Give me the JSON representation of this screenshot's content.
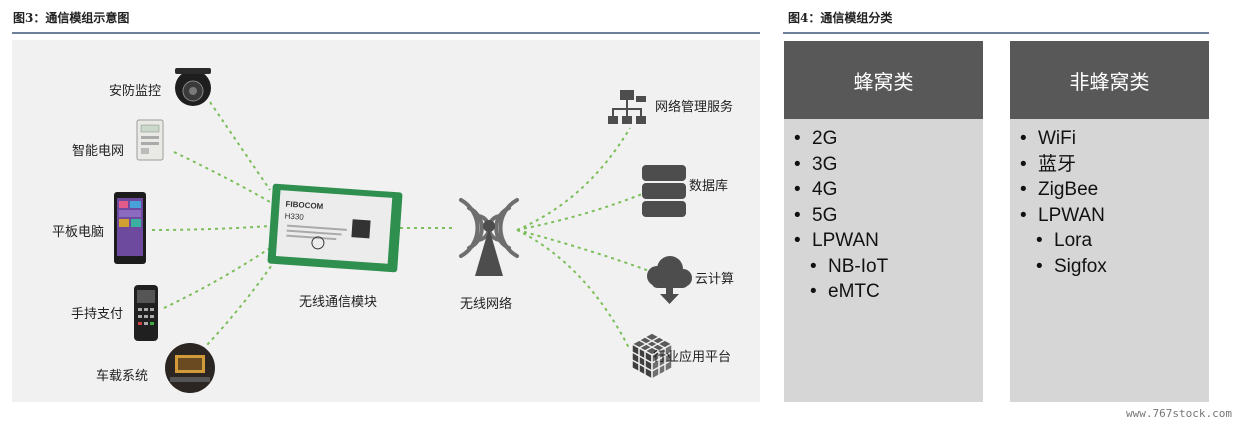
{
  "figure3": {
    "caption": "图3：通信模组示意图",
    "devices": [
      {
        "label": "安防监控",
        "icon": "security-camera-icon"
      },
      {
        "label": "智能电网",
        "icon": "smart-meter-icon"
      },
      {
        "label": "平板电脑",
        "icon": "tablet-icon"
      },
      {
        "label": "手持支付",
        "icon": "payment-terminal-icon"
      },
      {
        "label": "车载系统",
        "icon": "car-dashboard-icon"
      }
    ],
    "module": {
      "label": "无线通信模块",
      "icon": "module-chip-icon",
      "chip_text": [
        "FIBOCOM",
        "H330"
      ]
    },
    "network": {
      "label": "无线网络",
      "icon": "wireless-tower-icon"
    },
    "services": [
      {
        "label": "网络管理服务",
        "icon": "network-hierarchy-icon"
      },
      {
        "label": "数据库",
        "icon": "database-icon"
      },
      {
        "label": "云计算",
        "icon": "cloud-download-icon"
      },
      {
        "label": "行业应用平台",
        "icon": "cube-icon"
      }
    ],
    "colors": {
      "connector": "#7cbf5a",
      "icon": "#4d4d4d",
      "panel": "#f1f1f1"
    }
  },
  "figure4": {
    "caption": "图4：通信模组分类",
    "categories": [
      {
        "title": "蜂窝类",
        "items": [
          {
            "text": "2G",
            "level": 1
          },
          {
            "text": "3G",
            "level": 1
          },
          {
            "text": "4G",
            "level": 1
          },
          {
            "text": "5G",
            "level": 1
          },
          {
            "text": "LPWAN",
            "level": 1
          },
          {
            "text": "NB-IoT",
            "level": 2
          },
          {
            "text": "eMTC",
            "level": 2
          }
        ]
      },
      {
        "title": "非蜂窝类",
        "items": [
          {
            "text": "WiFi",
            "level": 1
          },
          {
            "text": "蓝牙",
            "level": 1
          },
          {
            "text": "ZigBee",
            "level": 1
          },
          {
            "text": "LPWAN",
            "level": 1
          },
          {
            "text": "Lora",
            "level": 2
          },
          {
            "text": "Sigfox",
            "level": 2
          }
        ]
      }
    ],
    "colors": {
      "header": "#585858",
      "body": "#d6d6d6"
    }
  },
  "watermark": "www.767stock.com"
}
